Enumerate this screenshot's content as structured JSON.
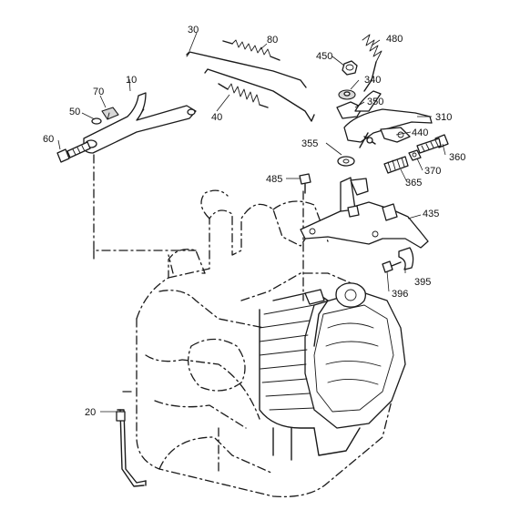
{
  "diagram": {
    "colors": {
      "ink": "#1a1a1a",
      "paper": "#ffffff",
      "shade": "#d8d8d8"
    },
    "callouts": [
      {
        "id": "c10",
        "text": "10"
      },
      {
        "id": "c20",
        "text": "20"
      },
      {
        "id": "c30",
        "text": "30"
      },
      {
        "id": "c40",
        "text": "40"
      },
      {
        "id": "c50",
        "text": "50"
      },
      {
        "id": "c60",
        "text": "60"
      },
      {
        "id": "c70",
        "text": "70"
      },
      {
        "id": "c80",
        "text": "80"
      },
      {
        "id": "c310",
        "text": "310"
      },
      {
        "id": "c340",
        "text": "340"
      },
      {
        "id": "c350",
        "text": "350"
      },
      {
        "id": "c355",
        "text": "355"
      },
      {
        "id": "c360",
        "text": "360"
      },
      {
        "id": "c365",
        "text": "365"
      },
      {
        "id": "c370",
        "text": "370"
      },
      {
        "id": "c395",
        "text": "395"
      },
      {
        "id": "c396",
        "text": "396"
      },
      {
        "id": "c435",
        "text": "435"
      },
      {
        "id": "c440",
        "text": "440"
      },
      {
        "id": "c450",
        "text": "450"
      },
      {
        "id": "c480",
        "text": "480"
      },
      {
        "id": "c485",
        "text": "485"
      }
    ]
  }
}
